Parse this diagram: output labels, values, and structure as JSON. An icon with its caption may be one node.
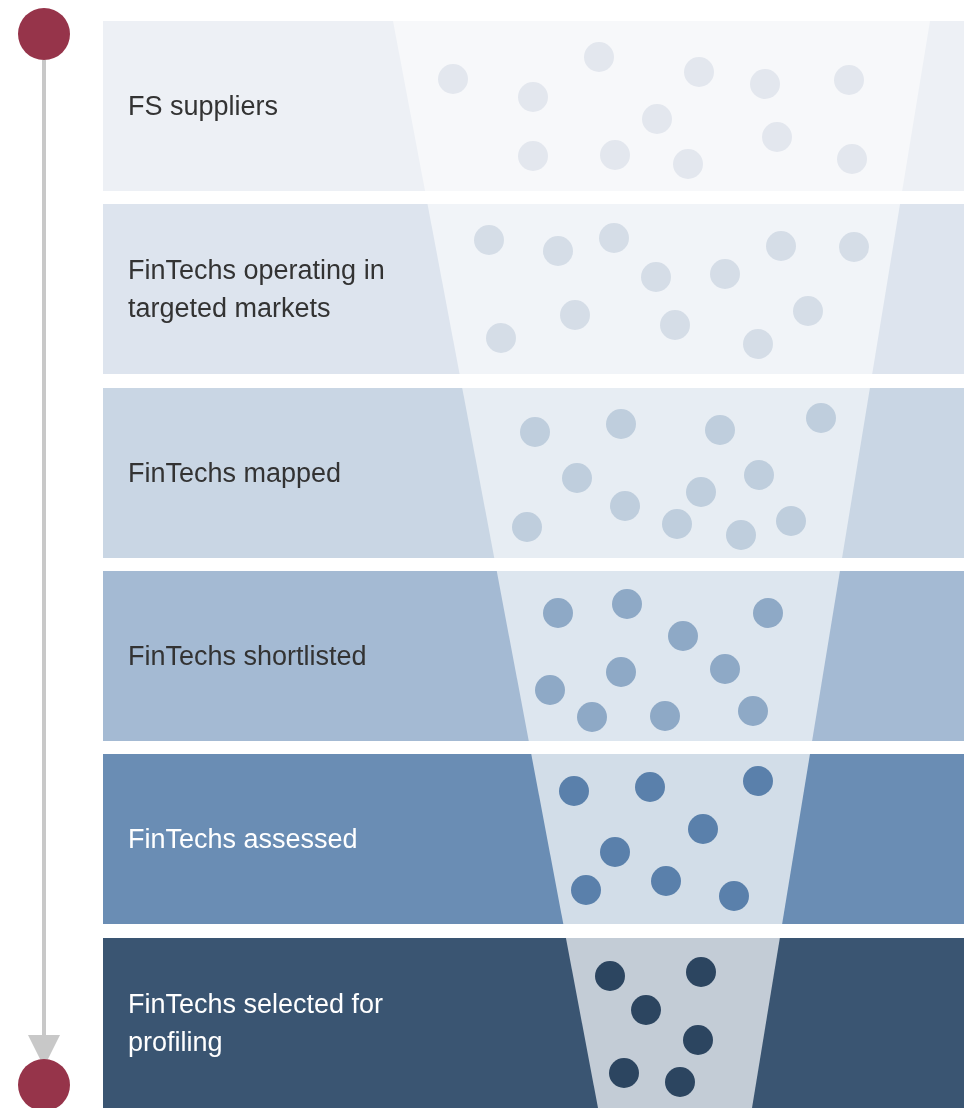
{
  "diagram": {
    "nodes": [
      {
        "text": [],
        "shape": "circle"
      },
      {
        "text": [
          "FS suppliers"
        ]
      },
      {
        "text": [
          "FinTechs operating in targeted markets"
        ]
      },
      {
        "text": [
          "FinTechs mapped"
        ]
      },
      {
        "text": [
          "FinTechs shortlisted"
        ]
      },
      {
        "text": [
          "FinTechs assessed"
        ]
      },
      {
        "text": [
          "FinTechs selected for profiling"
        ]
      },
      {
        "text": [],
        "shape": "circle"
      }
    ],
    "edges": [
      {
        "from": 0,
        "to": 7,
        "arrow": "to"
      }
    ]
  }
}
